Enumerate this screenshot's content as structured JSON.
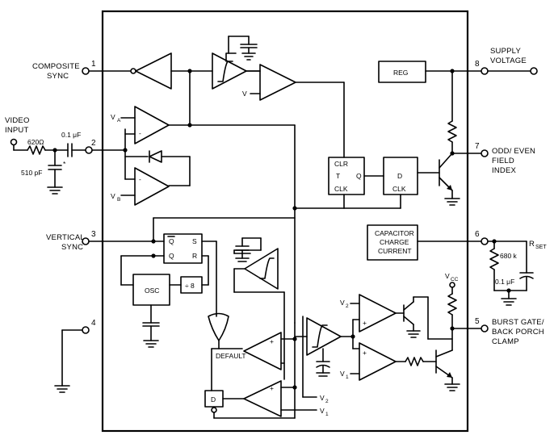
{
  "pins": {
    "p1": {
      "number": "1",
      "label_lines": [
        "COMPOSITE",
        "SYNC"
      ]
    },
    "p2": {
      "number": "2"
    },
    "p3": {
      "number": "3",
      "label_lines": [
        "VERTICAL",
        "SYNC"
      ]
    },
    "p4": {
      "number": "4"
    },
    "p5": {
      "number": "5",
      "label_lines": [
        "BURST GATE/",
        "BACK PORCH",
        "CLAMP"
      ]
    },
    "p6": {
      "number": "6",
      "label": "R",
      "label_sub": "SET"
    },
    "p7": {
      "number": "7",
      "label_lines": [
        "ODD/ EVEN",
        "FIELD",
        "INDEX"
      ]
    },
    "p8": {
      "number": "8",
      "label_lines": [
        "SUPPLY",
        "VOLTAGE"
      ]
    }
  },
  "video_input": {
    "label_lines": [
      "VIDEO",
      "INPUT"
    ]
  },
  "components": {
    "r_input": "620Ω",
    "c_input": "0.1 μF",
    "c_shunt": "510 pF",
    "asterisk": "*",
    "r_set": "680 k",
    "c_set": "0.1 μF",
    "vcc": "V",
    "vcc_sub": "CC"
  },
  "blocks": {
    "reg": "REG",
    "cap_charge_lines": [
      "CAPACITOR",
      "CHARGE",
      "CURRENT"
    ],
    "osc": "OSC",
    "div8": "÷ 8",
    "default": "DEFAULT",
    "d_small": "D",
    "ff_clr": "CLR",
    "ff_t": "T",
    "ff_q": "Q",
    "ff_clk": "CLK",
    "d_ff_d": "D",
    "d_ff_clk": "CLK",
    "latch_qbar": "Q",
    "latch_s": "S",
    "latch_q": "Q",
    "latch_r": "R"
  },
  "voltages": {
    "v": "V",
    "va": "V",
    "va_sub": "A",
    "vb": "V",
    "vb_sub": "B",
    "v1": "V",
    "v1_sub": "1",
    "v2": "V",
    "v2_sub": "2"
  },
  "signs": {
    "plus": "+",
    "minus": "-"
  }
}
